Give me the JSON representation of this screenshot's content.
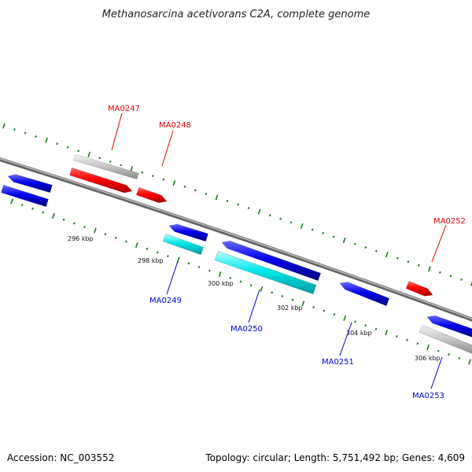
{
  "title": "Methanosarcina acetivorans C2A, complete genome",
  "footer": {
    "accession": "Accession: NC_003552",
    "summary": "Topology: circular; Length: 5,751,492 bp; Genes: 4,609"
  },
  "colors": {
    "backbone": "#7f7f7f",
    "tick": "#1f7a1f",
    "label_forward": "#dd0000",
    "label_reverse": "#0000cc",
    "gene_red": "#ff0000",
    "gene_blue": "#0000ee",
    "gene_cyan": "#00e5e5",
    "gene_gray": "#c4c4c4"
  },
  "position_ticks": [
    "296 kbp",
    "298 kbp",
    "300 kbp",
    "302 kbp",
    "304 kbp",
    "306 kbp"
  ],
  "gene_labels": {
    "forward": [
      "MA0247",
      "MA0248",
      "MA0252"
    ],
    "reverse": [
      "MA0249",
      "MA0250",
      "MA0251",
      "MA0253"
    ]
  }
}
